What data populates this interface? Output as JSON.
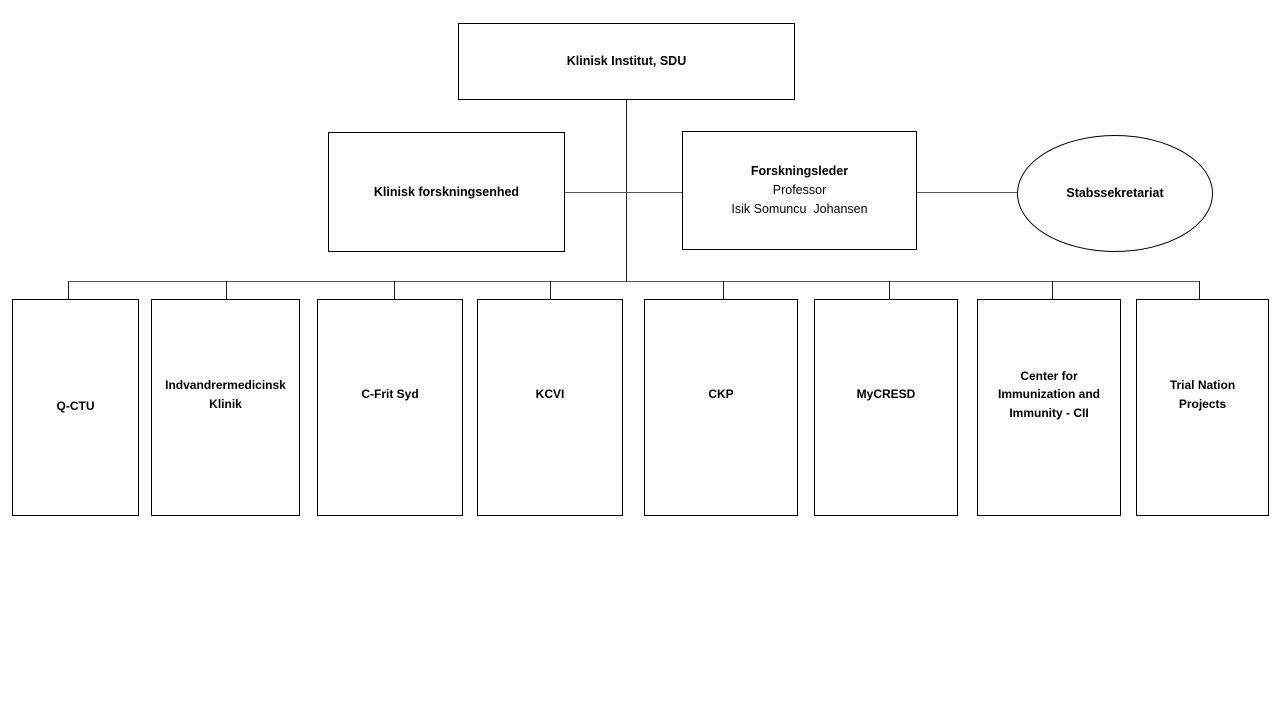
{
  "org_chart": {
    "root": {
      "label": "Klinisk Institut, SDU"
    },
    "level2": {
      "research_unit": {
        "label": "Klinisk forskningsenhed"
      },
      "leader": {
        "title": "Forskningsleder",
        "role": "Professor",
        "name": "Isik Somuncu  Johansen"
      },
      "secretariat": {
        "label": "Stabssekretariat"
      }
    },
    "units": [
      {
        "label": "Q-CTU"
      },
      {
        "label": "Indvandrermedicinsk Klinik"
      },
      {
        "label": "C-Frit Syd"
      },
      {
        "label": "KCVI"
      },
      {
        "label": "CKP"
      },
      {
        "label": "MyCRESD"
      },
      {
        "label": "Center for Immunization and Immunity - CII"
      },
      {
        "label": "Trial Nation Projects"
      }
    ],
    "colors": {
      "background": "#ffffff",
      "node_border": "#000000",
      "connector": "#595959",
      "text": "#000000"
    }
  }
}
